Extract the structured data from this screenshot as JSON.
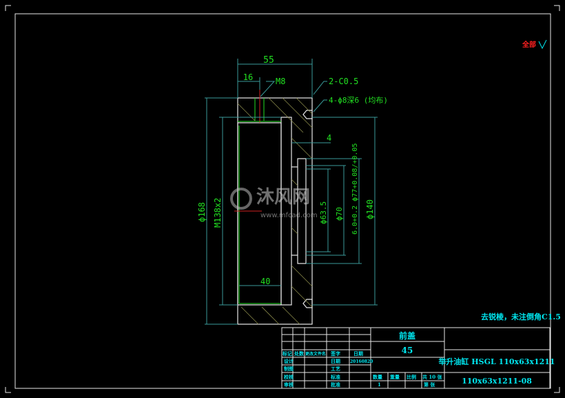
{
  "drawing": {
    "dims": {
      "overall_width": "55",
      "slot_offset": "16",
      "thread_hole": "M8",
      "chamfer": "2-C0.5",
      "holes": "4-ϕ8深6 (均布)",
      "step_depth": "4",
      "outer_dia": "ϕ168",
      "thread": "M138x2",
      "inner_length": "40",
      "bore1": "ϕ63.5",
      "bore2": "ϕ70",
      "groove": "6.0+0.2 ϕ77+0.08/+0.05",
      "bolt_circle": "ϕ140"
    },
    "note": "去锐棱，未注倒角C1.5",
    "roughness_label": "全部",
    "watermark": {
      "brand": "沐风网",
      "url": "www.mfcad.com"
    }
  },
  "title_block": {
    "part_name": "前盖",
    "material": "45",
    "assembly": "举升油缸 HSGL 110x63x1211",
    "drawing_no": "110x63x1211-08",
    "headers": [
      "标记",
      "处数",
      "更改文件名",
      "签字",
      "日期"
    ],
    "rows": [
      {
        "l1": "设计",
        "l2": "日期",
        "v": "20160820"
      },
      {
        "l1": "制图",
        "l2": "工艺",
        "v": ""
      },
      {
        "l1": "校核",
        "l2": "标准",
        "v": ""
      },
      {
        "l1": "审核",
        "l2": "批准",
        "v": ""
      }
    ],
    "bottom_labels": [
      "数量",
      "重量",
      "比例",
      "共 10 张",
      "第 张"
    ],
    "quantity": "1"
  }
}
